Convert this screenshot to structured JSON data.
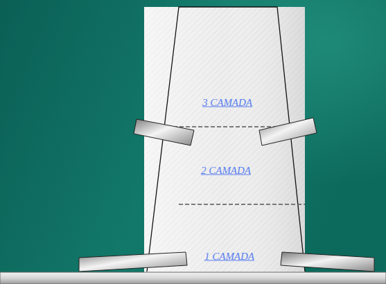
{
  "diagram": {
    "labels": [
      "3 CAMADA",
      "2 CAMADA",
      "1 CAMADA"
    ]
  }
}
